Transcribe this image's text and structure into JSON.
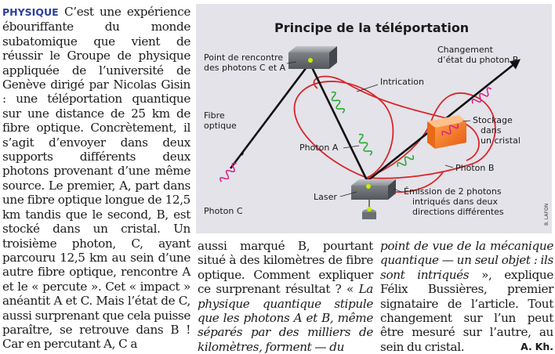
{
  "article": {
    "kicker": "PHYSIQUE",
    "col1_text": "C’est une expérience ébouriffante du monde subatomique que vient de réussir le Groupe de physique appliquée de l’université de Genève dirigé par Nicolas Gisin : une téléportation quantique sur une distance de 25 km de fibre optique. Concrètement, il s’agit d’envoyer dans deux supports différents deux photons provenant d’une même source. Le premier, A, part dans une fibre optique longue de 12,5 km tandis que le second, B, est stocké dans un cristal. Un troisième photon, C, ayant parcouru 12,5 km au sein d’une autre fibre optique, rencontre A et le « percute ». Cet « impact » anéantit A et C. Mais l’état de C, aussi surprenant que cela puisse paraître, se retrouve dans B ! Car en percutant A, C a",
    "col2_text": "aussi marqué B, pourtant situé à des kilomètres de fibre optique. Comment expliquer ce surprenant résultat ? «",
    "col2_italic": "La physique quantique stipule que les photons A et B, même séparés par des milliers de kilomètres, forment — du",
    "col3_italic": "point de vue de la mécanique quantique — un seul objet : ils sont intriqués",
    "col3_text": "», explique Félix Bussières, premier signataire de l’article. Tout changement sur l’un peut être mesuré sur l’autre, au sein du cristal.",
    "signature": "A. Kh."
  },
  "figure": {
    "title": "Principe de la téléportation",
    "labels": {
      "meeting_l1": "Point de rencontre",
      "meeting_l2": "des photons C et A",
      "fibre_l1": "Fibre",
      "fibre_l2": "optique",
      "photon_c": "Photon C",
      "intrication": "Intrication",
      "photon_a": "Photon A",
      "laser": "Laser",
      "change_l1": "Changement",
      "change_l2": "d’état du photon B",
      "storage_l1": "Stockage",
      "storage_l2": "dans",
      "storage_l3": "un cristal",
      "photon_b": "Photon B",
      "emission_l1": "Émission de 2 photons",
      "emission_l2": "intriqués dans deux",
      "emission_l3": "directions différentes"
    },
    "credit": "B. LAFON"
  },
  "colors": {
    "background": "#e3e3e9",
    "loops": "#d9252b",
    "photon_ac": "#2aa832",
    "photon_c": "#e0218a",
    "crystal": "#f2761e",
    "kicker": "#2a3f98"
  }
}
